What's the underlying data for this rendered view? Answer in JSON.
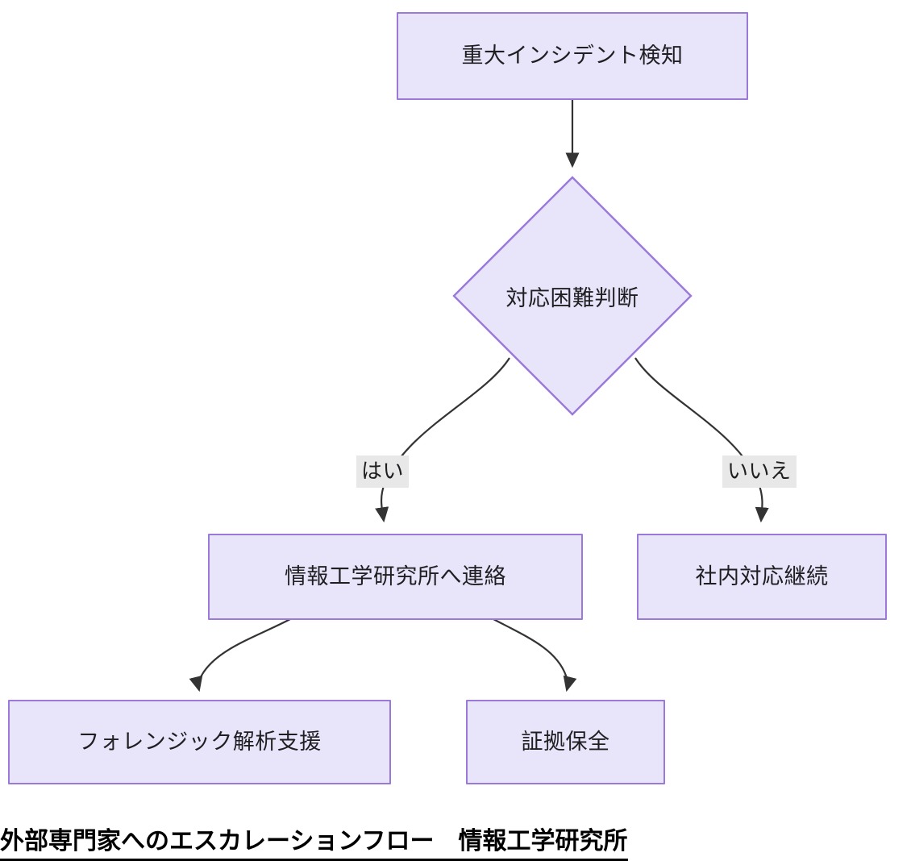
{
  "diagram": {
    "type": "flowchart",
    "direction": "top-down",
    "caption": "外部専門家へのエスカレーションフロー　情報工学研究所",
    "theme": {
      "node_fill": "#E8E5FA",
      "node_border": "#9B79D9",
      "node_text": "#1f1f22",
      "edge_stroke": "#333333",
      "edge_label_bg": "#E8E8E8",
      "background": "#ffffff",
      "caption_color": "#000000"
    },
    "nodes": [
      {
        "id": "detect",
        "shape": "rect",
        "label": "重大インシデント検知"
      },
      {
        "id": "decide",
        "shape": "diamond",
        "label": "対応困難判断"
      },
      {
        "id": "contact",
        "shape": "rect",
        "label": "情報工学研究所へ連絡"
      },
      {
        "id": "internal",
        "shape": "rect",
        "label": "社内対応継続"
      },
      {
        "id": "forensic",
        "shape": "rect",
        "label": "フォレンジック解析支援"
      },
      {
        "id": "evidence",
        "shape": "rect",
        "label": "証拠保全"
      }
    ],
    "edges": [
      {
        "from": "detect",
        "to": "decide",
        "label": "",
        "arrow": "filled-triangle"
      },
      {
        "from": "decide",
        "to": "contact",
        "label": "はい",
        "arrow": "filled-triangle"
      },
      {
        "from": "decide",
        "to": "internal",
        "label": "いいえ",
        "arrow": "filled-triangle"
      },
      {
        "from": "contact",
        "to": "forensic",
        "label": "",
        "arrow": "filled-triangle"
      },
      {
        "from": "contact",
        "to": "evidence",
        "label": "",
        "arrow": "filled-triangle"
      }
    ]
  }
}
